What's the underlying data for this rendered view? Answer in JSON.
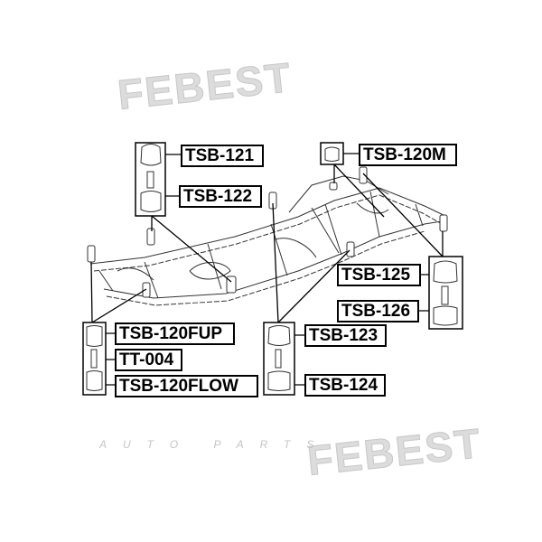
{
  "watermark": {
    "brand": "FEBEST",
    "sub": "AUTO PARTS"
  },
  "labels": {
    "tsb121": "TSB-121",
    "tsb122": "TSB-122",
    "tsb120m": "TSB-120M",
    "tsb125": "TSB-125",
    "tsb126": "TSB-126",
    "tsb120fup": "TSB-120FUP",
    "tt004": "TT-004",
    "tsb120flow": "TSB-120FLOW",
    "tsb123": "TSB-123",
    "tsb124": "TSB-124"
  }
}
